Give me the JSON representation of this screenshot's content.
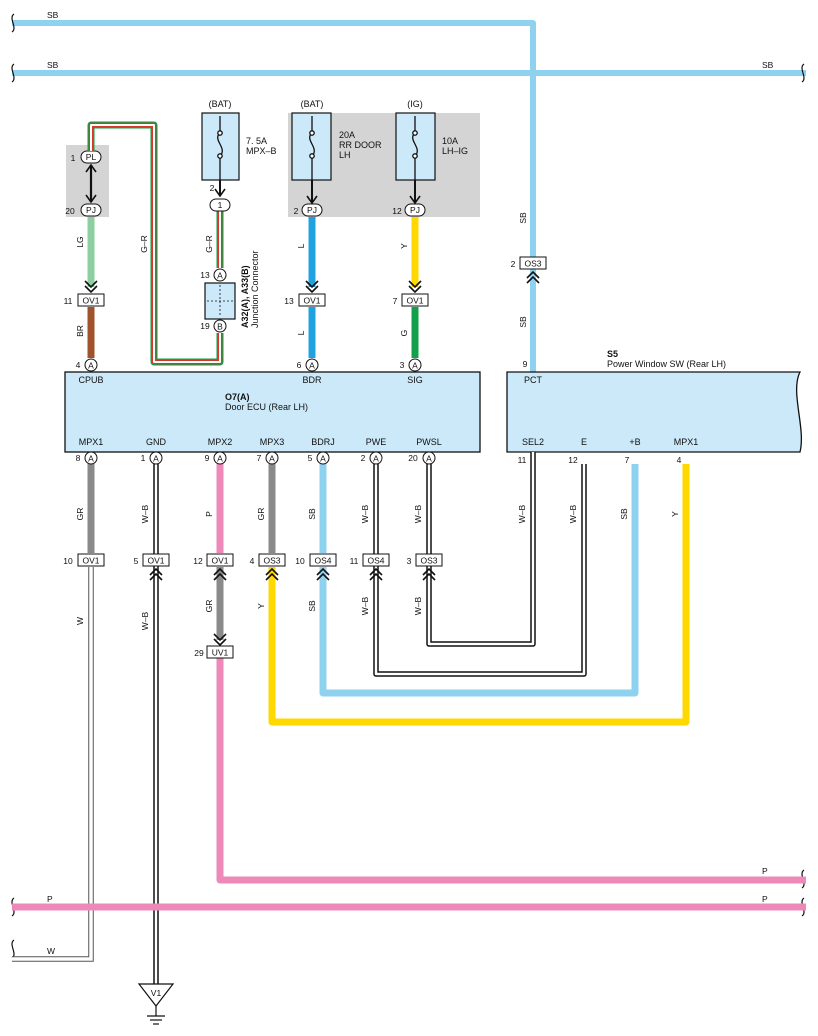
{
  "colors": {
    "SB": "#8fd2f0",
    "L": "#20a2e0",
    "Y": "#ffd800",
    "G": "#12a04a",
    "LG": "#8ecfa1",
    "BR": "#a0522d",
    "GR": "#8a8a8a",
    "P": "#ee88b8",
    "W": "#ffffff",
    "WB": "#ffffff",
    "GR_STRIPE": "#e4e4e4",
    "ECU": "#cce9f9",
    "FUSE": "#cce9f9",
    "SHADE": "#d4d4d4"
  },
  "power_lines": {
    "top": "SB",
    "second_left": "SB",
    "second_right": "SB",
    "bottom_p1": "P",
    "bottom_p2_left": "P",
    "bottom_p2_right": "P",
    "bottom_w": "W"
  },
  "fuses": [
    {
      "source": "(BAT)",
      "amp": "7. 5A",
      "name1": "MPX–B",
      "name2": "",
      "name3": ""
    },
    {
      "source": "(BAT)",
      "amp": "20A",
      "name1": "RR DOOR",
      "name2": "LH",
      "name3": ""
    },
    {
      "source": "(IG)",
      "amp": "10A",
      "name1": "LH–IG",
      "name2": "",
      "name3": ""
    }
  ],
  "junction": {
    "label1": "A32(A), A33(B)",
    "label2": "Junction Connector"
  },
  "ecu": {
    "code": "O7(A)",
    "name": "Door ECU (Rear LH)"
  },
  "sw": {
    "code": "S5",
    "name": "Power Window SW (Rear LH)"
  },
  "terminals_top": [
    "CPUB",
    "BDR",
    "SIG",
    "PCT"
  ],
  "terminals_bottom": [
    "MPX1",
    "GND",
    "MPX2",
    "MPX3",
    "BDRJ",
    "PWE",
    "PWSL",
    "SEL2",
    "E",
    "+B",
    "MPX1"
  ],
  "connectors": {
    "PL": "PL",
    "PJ": "PJ",
    "OV1": "OV1",
    "OS3": "OS3",
    "OS4": "OS4",
    "UV1": "UV1",
    "A": "A",
    "B": "B",
    "one": "1",
    "ground": "V1"
  },
  "pins": {
    "pl": "1",
    "pj_left": "20",
    "fuse1": "2",
    "pj_mid": "2",
    "pj_right": "12",
    "ov_cpub": "11",
    "ov_bdr": "13",
    "ov_sig": "7",
    "ja": "13",
    "jb": "19",
    "os3_pct": "2",
    "ecu_cpub": "4",
    "ecu_bdr": "6",
    "ecu_sig": "3",
    "sw_pct": "9",
    "ecu_mpx1": "8",
    "ecu_gnd": "1",
    "ecu_mpx2": "9",
    "ecu_mpx3": "7",
    "ecu_bdrj": "5",
    "ecu_pwe": "2",
    "ecu_pwsl": "20",
    "sw_sel2": "11",
    "sw_e": "12",
    "sw_b": "7",
    "sw_mpx1": "4",
    "c_mpx1": "10",
    "c_gnd": "5",
    "c_mpx2": "12",
    "c_mpx3": "4",
    "c_bdrj": "10",
    "c_pwe": "11",
    "c_pwsl": "3",
    "uv1": "29"
  },
  "wire_labels": {
    "lg": "LG",
    "br": "BR",
    "gr_left": "G–R",
    "gr_right": "G–R",
    "l_upper": "L",
    "l_lower": "L",
    "y_upper": "Y",
    "g_lower": "G",
    "sb_upper": "SB",
    "sb_lower": "SB",
    "mpx1_up": "GR",
    "gnd_up": "W–B",
    "mpx2_up": "P",
    "mpx3_up": "GR",
    "bdrj_up": "SB",
    "pwe_up": "W–B",
    "pwsl_up": "W–B",
    "sel2": "W–B",
    "e": "W–B",
    "b": "SB",
    "mpx1_sw": "Y",
    "mpx1_low": "W",
    "gnd_low": "W–B",
    "mpx2_mid": "GR",
    "mpx3_low": "Y",
    "bdrj_low": "SB",
    "pwe_low": "W–B",
    "pwsl_low": "W–B"
  }
}
